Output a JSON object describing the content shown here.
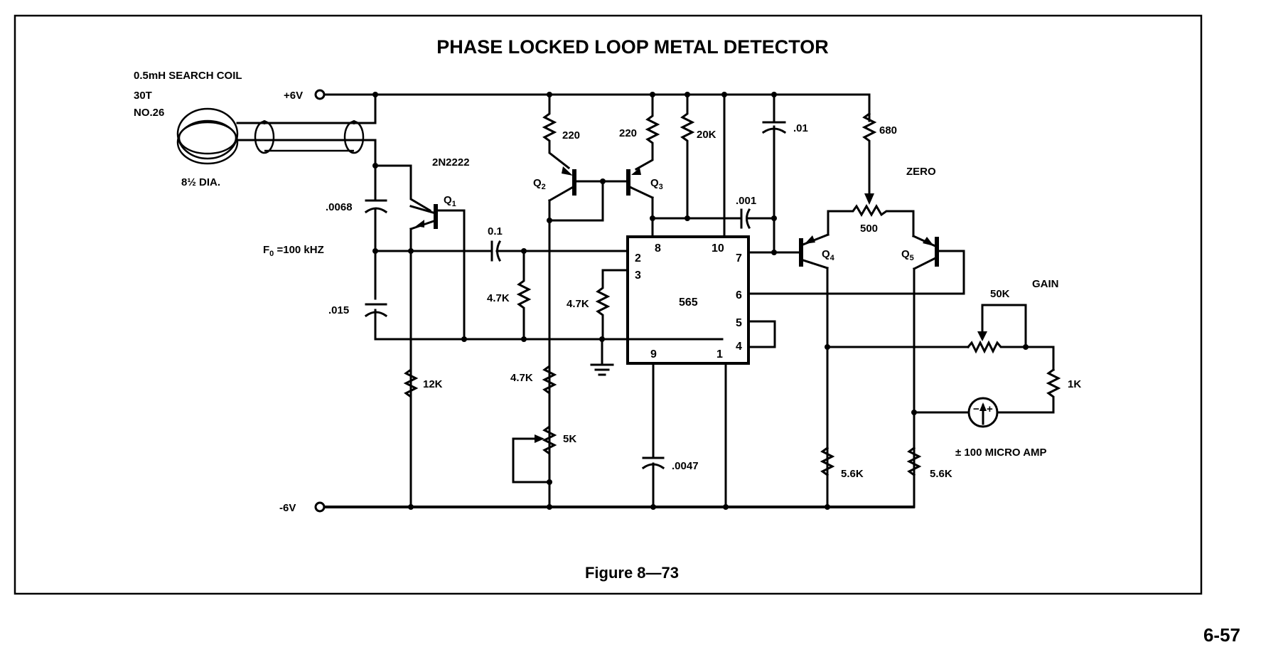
{
  "title": "PHASE LOCKED LOOP METAL DETECTOR",
  "caption": "Figure 8—73",
  "page_number": "6-57",
  "coil": {
    "line1": "0.5mH SEARCH COIL",
    "line2": "30T",
    "line3": "NO.26",
    "diameter": "8½ DIA."
  },
  "supply": {
    "positive": "+6V",
    "negative": "-6V"
  },
  "oscillator": {
    "transistor_type": "2N2222",
    "q1": "Q",
    "q1_sub": "1",
    "c1": ".0068",
    "c2": ".015",
    "f0_prefix": "F",
    "f0_sub": "0",
    "f0_value": " =100 kHZ",
    "r_emitter": "12K"
  },
  "coupling": {
    "cap": "0.1",
    "r_bias1": "4.7K",
    "r_bias2": "4.7K",
    "r_series": "4.7K",
    "pot": "5K"
  },
  "current_mirror": {
    "q2": "Q",
    "q2_sub": "2",
    "q3": "Q",
    "q3_sub": "3",
    "r_q2": "220",
    "r_q3": "220",
    "r_pull": "20K"
  },
  "ic": {
    "name": "565",
    "pins": {
      "p1": "1",
      "p2": "2",
      "p3": "3",
      "p4": "4",
      "p5": "5",
      "p6": "6",
      "p7": "7",
      "p8": "8",
      "p9": "9",
      "p10": "10"
    },
    "c_timing": ".0047",
    "c_pin10": ".001",
    "c_decouple": ".01"
  },
  "output_stage": {
    "r_top": "680",
    "zero_label": "ZERO",
    "zero_pot": "500",
    "q4": "Q",
    "q4_sub": "4",
    "q5": "Q",
    "q5_sub": "5",
    "r_q4": "5.6K",
    "r_q5": "5.6K",
    "gain_label": "GAIN",
    "gain_pot": "50K",
    "r_meter": "1K",
    "meter_label": "± 100 MICRO AMP",
    "meter_minus": "−",
    "meter_plus": "+"
  }
}
